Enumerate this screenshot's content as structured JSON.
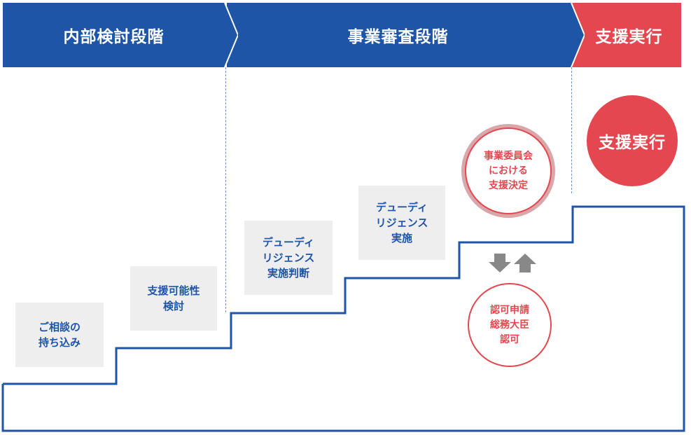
{
  "phases": {
    "internal": "内部検討段階",
    "review": "事業審査段階",
    "execution": "支援実行"
  },
  "steps": {
    "consultation": "ご相談の\n持ち込み",
    "feasibility": "支援可能性\n検討",
    "dd_decision": "デューディ\nリジェンス\n実施判断",
    "dd_execution": "デューディ\nリジェンス\n実施"
  },
  "circles": {
    "committee_decision": "事業委員会\nにおける\n支援決定",
    "approval": "認可申請\n総務大臣\n認可",
    "execution": "支援実行"
  },
  "colors": {
    "blue": "#1f55a6",
    "red": "#e4474f",
    "gray_box": "#eeeeee",
    "arrow_gray": "#888888"
  }
}
